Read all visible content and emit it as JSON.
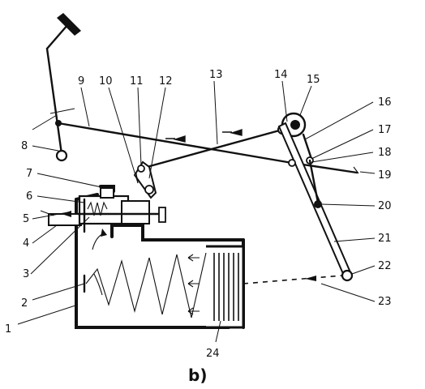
{
  "caption": "b)",
  "labels": [
    "1",
    "2",
    "3",
    "4",
    "5",
    "6",
    "7",
    "8",
    "9",
    "10",
    "11",
    "12",
    "13",
    "14",
    "15",
    "16",
    "17",
    "18",
    "19",
    "20",
    "21",
    "22",
    "23",
    "24"
  ]
}
